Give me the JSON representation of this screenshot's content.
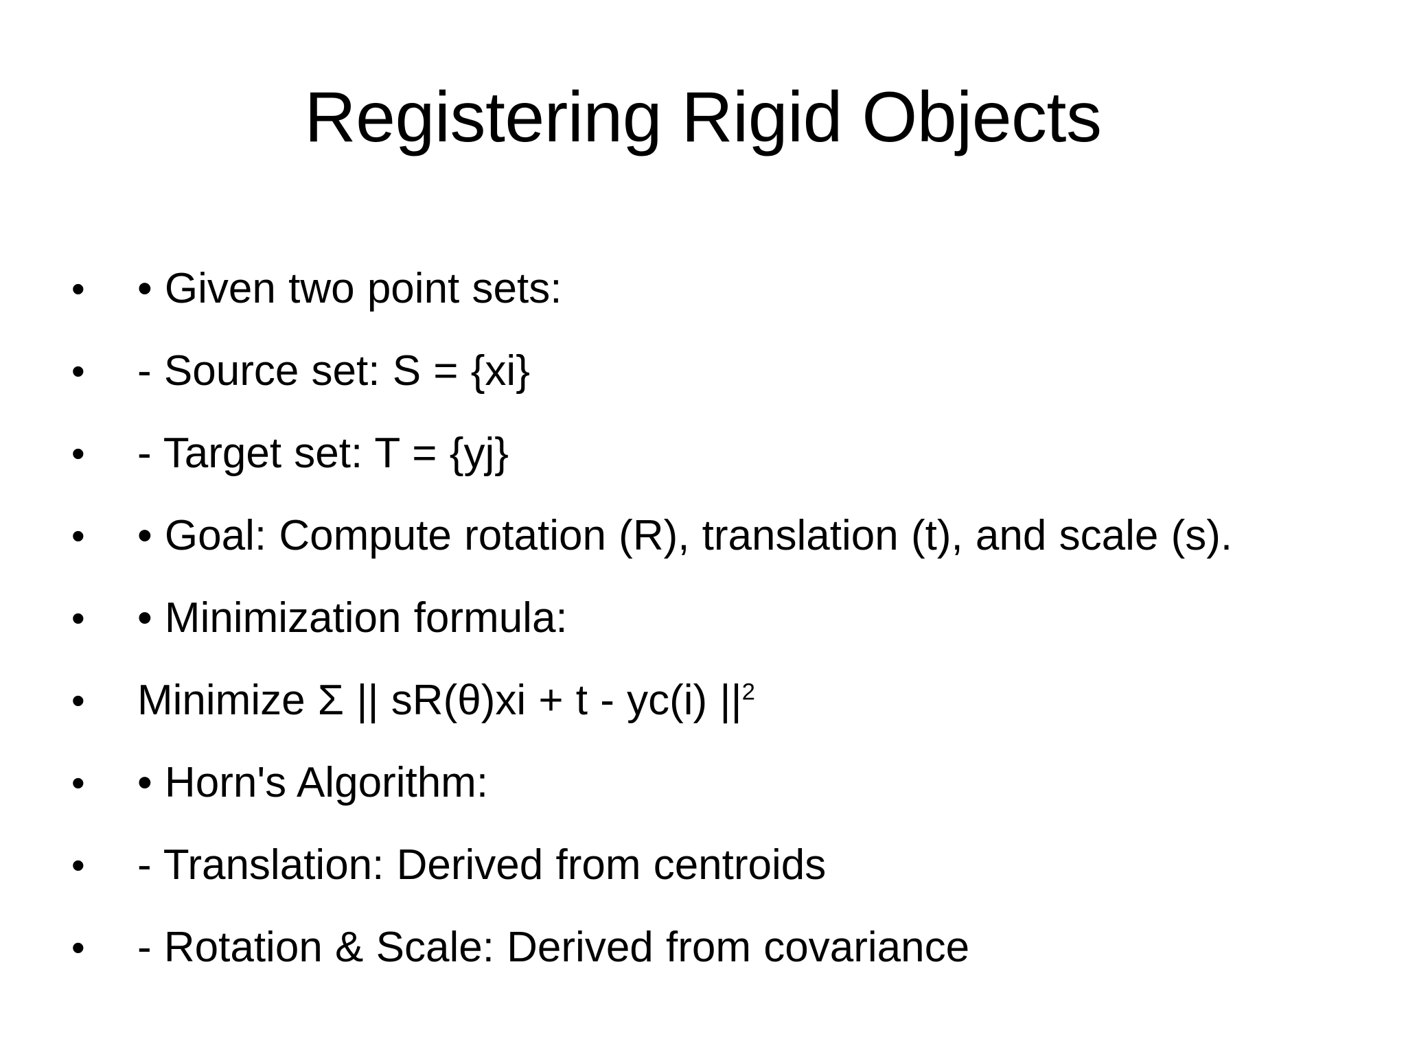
{
  "slide": {
    "title": "Registering Rigid Objects",
    "background_color": "#ffffff",
    "text_color": "#000000",
    "bullets": [
      {
        "marker": "•",
        "text": "• Given two point sets:"
      },
      {
        "marker": "•",
        "text": "   - Source set: S = {xi}"
      },
      {
        "marker": "•",
        "text": "   - Target set: T = {yj}"
      },
      {
        "marker": "•",
        "text": "• Goal: Compute rotation (R), translation (t), and scale (s)."
      },
      {
        "marker": "•",
        "text": "•  Minimization formula:"
      },
      {
        "marker": "•",
        "text": "  Minimize Σ || sR(θ)xi + t - yc(i) ||"
      },
      {
        "marker": "•",
        "text": "•  Horn's Algorithm:"
      },
      {
        "marker": "•",
        "text": "   - Translation: Derived from centroids"
      },
      {
        "marker": "•",
        "text": "   - Rotation & Scale: Derived from covariance"
      }
    ],
    "formula_superscript": "2"
  }
}
